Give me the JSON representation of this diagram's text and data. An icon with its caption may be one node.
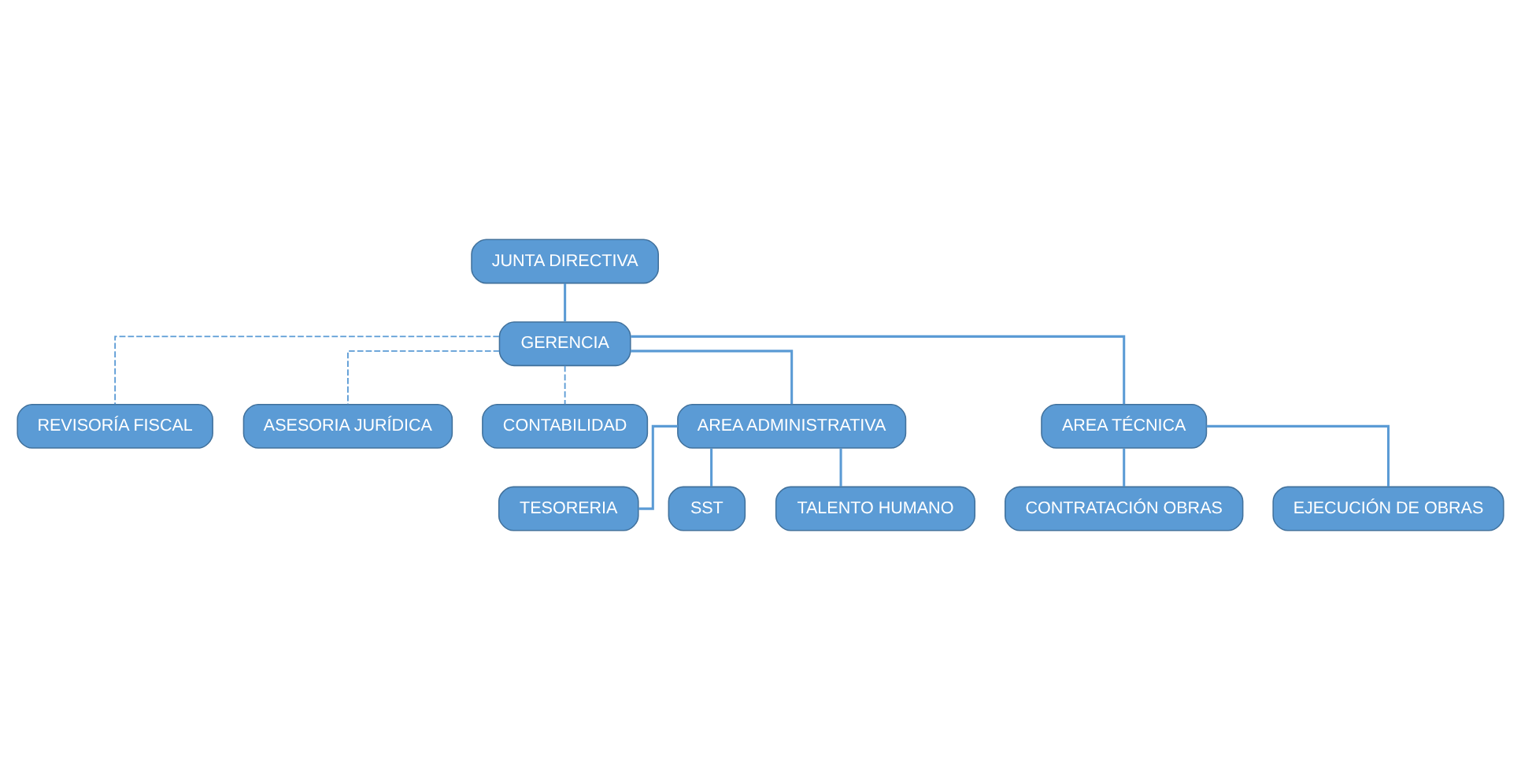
{
  "diagram": {
    "nodes": [
      {
        "text": [
          "JUNTA DIRECTIVA"
        ]
      },
      {
        "text": [
          "GERENCIA"
        ]
      },
      {
        "text": [
          "REVISORÍA FISCAL"
        ]
      },
      {
        "text": [
          "ASESORIA JURÍDICA"
        ]
      },
      {
        "text": [
          "CONTABILIDAD"
        ]
      },
      {
        "text": [
          "AREA ADMINISTRATIVA"
        ]
      },
      {
        "text": [
          "AREA TÉCNICA"
        ]
      },
      {
        "text": [
          "TESORERIA"
        ]
      },
      {
        "text": [
          "SST"
        ]
      },
      {
        "text": [
          "TALENTO HUMANO"
        ]
      },
      {
        "text": [
          "CONTRATACIÓN OBRAS"
        ]
      },
      {
        "text": [
          "EJECUCIÓN DE OBRAS"
        ]
      }
    ],
    "edges": [
      {
        "from": 0,
        "to": 1,
        "arrow": "none"
      },
      {
        "from": 1,
        "to": 2,
        "arrow": "none",
        "style": "dashed"
      },
      {
        "from": 1,
        "to": 3,
        "arrow": "none",
        "style": "dashed"
      },
      {
        "from": 1,
        "to": 4,
        "arrow": "none",
        "style": "dashed"
      },
      {
        "from": 1,
        "to": 5,
        "arrow": "none"
      },
      {
        "from": 1,
        "to": 6,
        "arrow": "none"
      },
      {
        "from": 5,
        "to": 7,
        "arrow": "none"
      },
      {
        "from": 5,
        "to": 8,
        "arrow": "none"
      },
      {
        "from": 5,
        "to": 9,
        "arrow": "none"
      },
      {
        "from": 6,
        "to": 10,
        "arrow": "none"
      },
      {
        "from": 6,
        "to": 11,
        "arrow": "none"
      }
    ]
  }
}
